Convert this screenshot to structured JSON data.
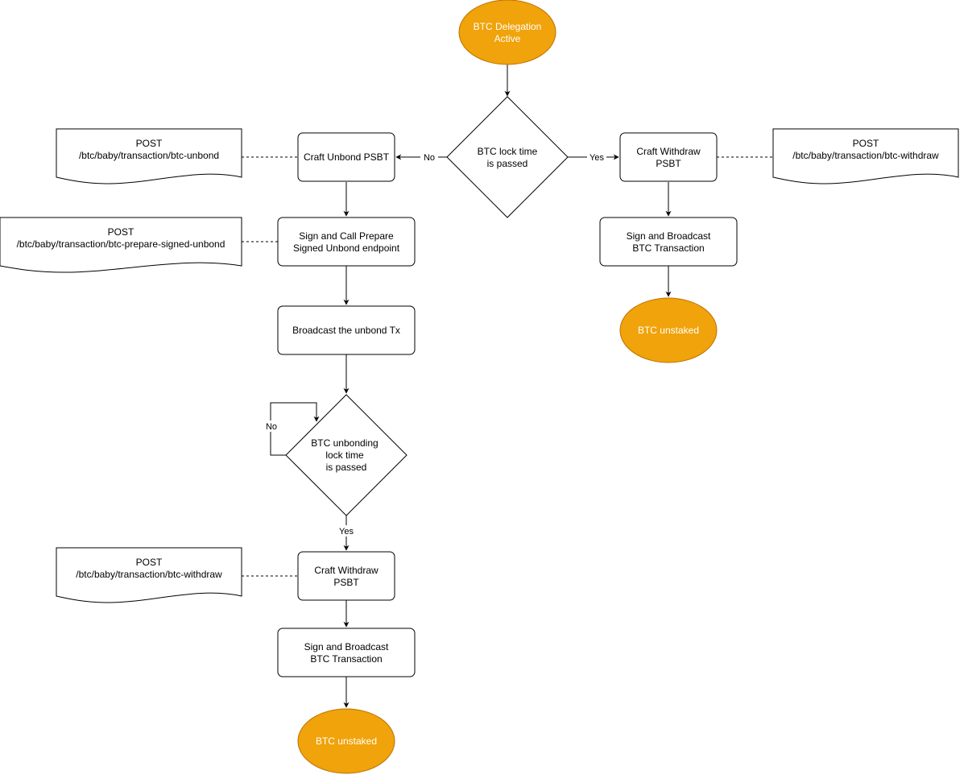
{
  "colors": {
    "terminal_fill": "#f0a30a",
    "terminal_stroke": "#bd7000",
    "node_stroke": "#000000",
    "edge": "#000000"
  },
  "nodes": {
    "start": {
      "lines": [
        "BTC Delegation",
        "Active"
      ]
    },
    "decision_lock_time": {
      "lines": [
        "BTC lock time",
        "is passed"
      ]
    },
    "craft_unbond": {
      "lines": [
        "Craft Unbond PSBT"
      ]
    },
    "sign_prepare": {
      "lines": [
        "Sign and Call Prepare",
        "Signed Unbond endpoint"
      ]
    },
    "broadcast_unbond": {
      "lines": [
        "Broadcast the unbond Tx"
      ]
    },
    "decision_unbonding": {
      "lines": [
        "BTC unbonding",
        "lock time",
        "is passed"
      ]
    },
    "craft_withdraw_left": {
      "lines": [
        "Craft Withdraw",
        "PSBT"
      ]
    },
    "sign_broadcast_left": {
      "lines": [
        "Sign and Broadcast",
        "BTC Transaction"
      ]
    },
    "end_left": {
      "lines": [
        "BTC unstaked"
      ]
    },
    "craft_withdraw_right": {
      "lines": [
        "Craft Withdraw",
        "PSBT"
      ]
    },
    "sign_broadcast_right": {
      "lines": [
        "Sign and Broadcast",
        "BTC Transaction"
      ]
    },
    "end_right": {
      "lines": [
        "BTC unstaked"
      ]
    }
  },
  "docs": {
    "unbond": {
      "lines": [
        "POST",
        "/btc/baby/transaction/btc-unbond"
      ]
    },
    "prepare_signed": {
      "lines": [
        "POST",
        "/btc/baby/transaction/btc-prepare-signed-unbond"
      ]
    },
    "withdraw_left": {
      "lines": [
        "POST",
        "/btc/baby/transaction/btc-withdraw"
      ]
    },
    "withdraw_right": {
      "lines": [
        "POST",
        "/btc/baby/transaction/btc-withdraw"
      ]
    }
  },
  "edge_labels": {
    "no_top": "No",
    "yes_top": "Yes",
    "no_loop": "No",
    "yes_bottom": "Yes"
  }
}
